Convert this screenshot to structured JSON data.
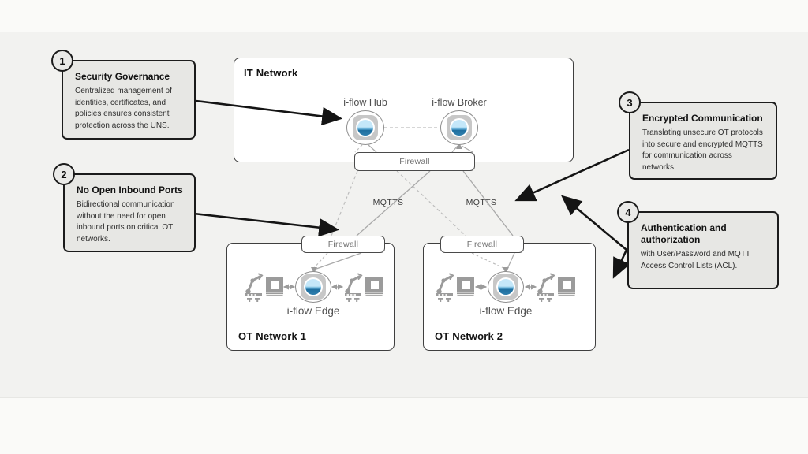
{
  "it_network": {
    "label": "IT Network",
    "hub_label": "i-flow Hub",
    "broker_label": "i-flow Broker",
    "firewall_label": "Firewall"
  },
  "ot_network_1": {
    "label": "OT Network 1",
    "edge_label": "i-flow Edge",
    "firewall_label": "Firewall"
  },
  "ot_network_2": {
    "label": "OT Network 2",
    "edge_label": "i-flow Edge",
    "firewall_label": "Firewall"
  },
  "connections": {
    "mqtts_left": "MQTTS",
    "mqtts_right": "MQTTS"
  },
  "callouts": [
    {
      "number": "1",
      "title": "Security Governance",
      "body": "Centralized management of identities, certificates, and policies ensures consistent protection across the UNS."
    },
    {
      "number": "2",
      "title": "No Open Inbound Ports",
      "body": "Bidirectional communication without the need for open inbound ports on critical OT networks."
    },
    {
      "number": "3",
      "title": "Encrypted Communication",
      "body": "Translating unsecure OT protocols into secure and encrypted MQTTS for communication across networks."
    },
    {
      "number": "4",
      "title": "Authentication and authorization",
      "body": "with User/Password and MQTT Access Control Lists (ACL)."
    }
  ],
  "colors": {
    "band": "#f2f2f0",
    "page": "#fafaf8",
    "callout_fill": "#e7e7e4",
    "border_dark": "#1b1b1b",
    "line_gray": "#a9a9a9",
    "line_dashed": "#bdbdbd",
    "icon_gray": "#9b9b9b",
    "logo_blue_light": "#c4e7f9",
    "logo_blue_dark": "#1f6f9f"
  }
}
